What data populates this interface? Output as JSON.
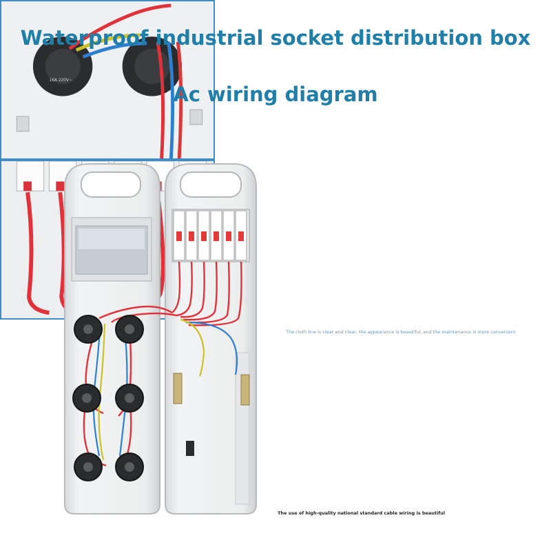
{
  "title": "Waterproof industrial socket distribution box",
  "subtitle": "Ac wiring diagram",
  "captions": {
    "top_inset": "The cloth line is clear and clear, the appearance is beautiful, and the maintenance is more convenient",
    "bottom_inset": "The use of high-quality national standard cable wiring is beautiful"
  },
  "breaker_label": "16A 220V~",
  "colors": {
    "title": "#1f7fa8",
    "inset_border": "#3e8cc8",
    "wire_red": "#e0323a",
    "wire_blue": "#2f7fd0",
    "wire_yellow_green": "#c9c22a"
  }
}
